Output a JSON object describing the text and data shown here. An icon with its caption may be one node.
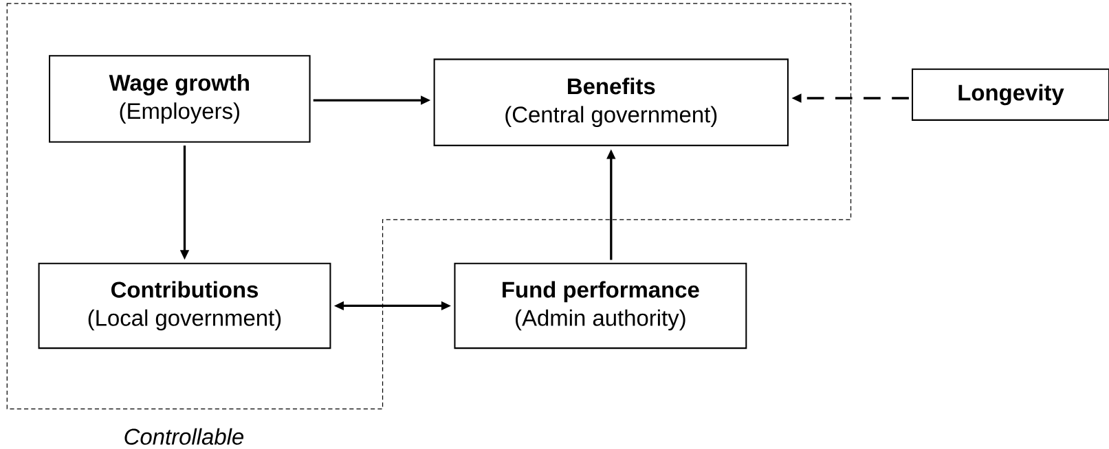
{
  "diagram": {
    "nodes": [
      {
        "text": [
          "Wage growth",
          "(Employers)"
        ]
      },
      {
        "text": [
          "Benefits",
          "(Central government)"
        ]
      },
      {
        "text": [
          "Longevity"
        ]
      },
      {
        "text": [
          "Contributions",
          "(Local government)"
        ]
      },
      {
        "text": [
          "Fund performance",
          "(Admin authority)"
        ]
      }
    ],
    "edges": [
      {
        "from": 0,
        "to": 1,
        "arrow": "to"
      },
      {
        "from": 0,
        "to": 3,
        "arrow": "to"
      },
      {
        "from": 3,
        "to": 4,
        "arrow": "both"
      },
      {
        "from": 4,
        "to": 1,
        "arrow": "to"
      },
      {
        "from": 2,
        "to": 1,
        "arrow": "to",
        "style": "dashed"
      }
    ],
    "labels": [
      "Controllable"
    ]
  }
}
